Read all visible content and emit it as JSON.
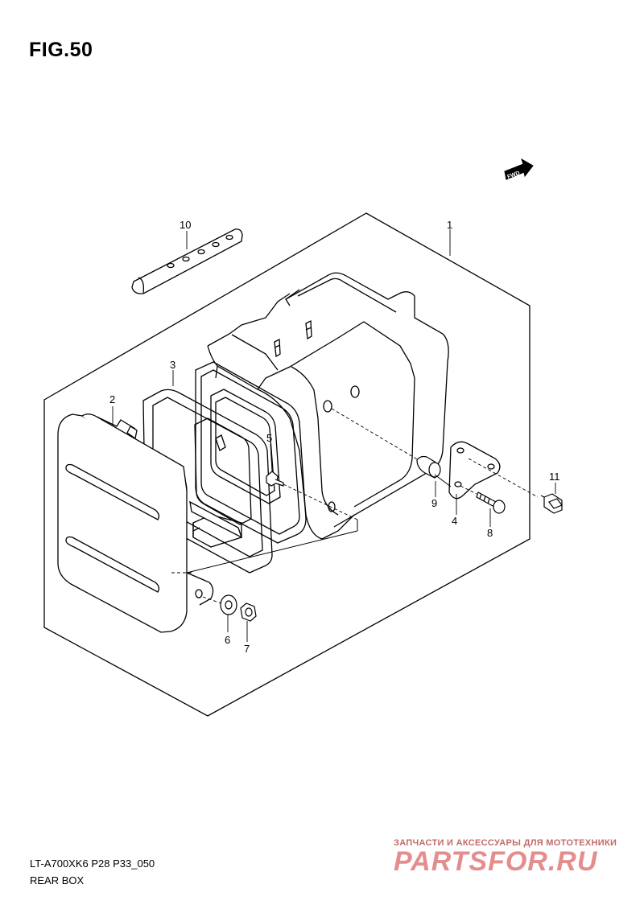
{
  "figure": {
    "title": "FIG.50",
    "fwd_label": "FWD"
  },
  "callouts": [
    "1",
    "2",
    "3",
    "4",
    "5",
    "6",
    "7",
    "8",
    "9",
    "10",
    "11"
  ],
  "footer": {
    "model_code": "LT-A700XK6 P28 P33_050",
    "part_name": "REAR BOX"
  },
  "watermark": {
    "tagline": "ЗАПЧАСТИ И АКСЕССУАРЫ ДЛЯ МОТОТЕХНИКИ",
    "logo": "PARTSFOR.RU"
  },
  "colors": {
    "line": "#000000",
    "watermark": "#e07a7a"
  }
}
